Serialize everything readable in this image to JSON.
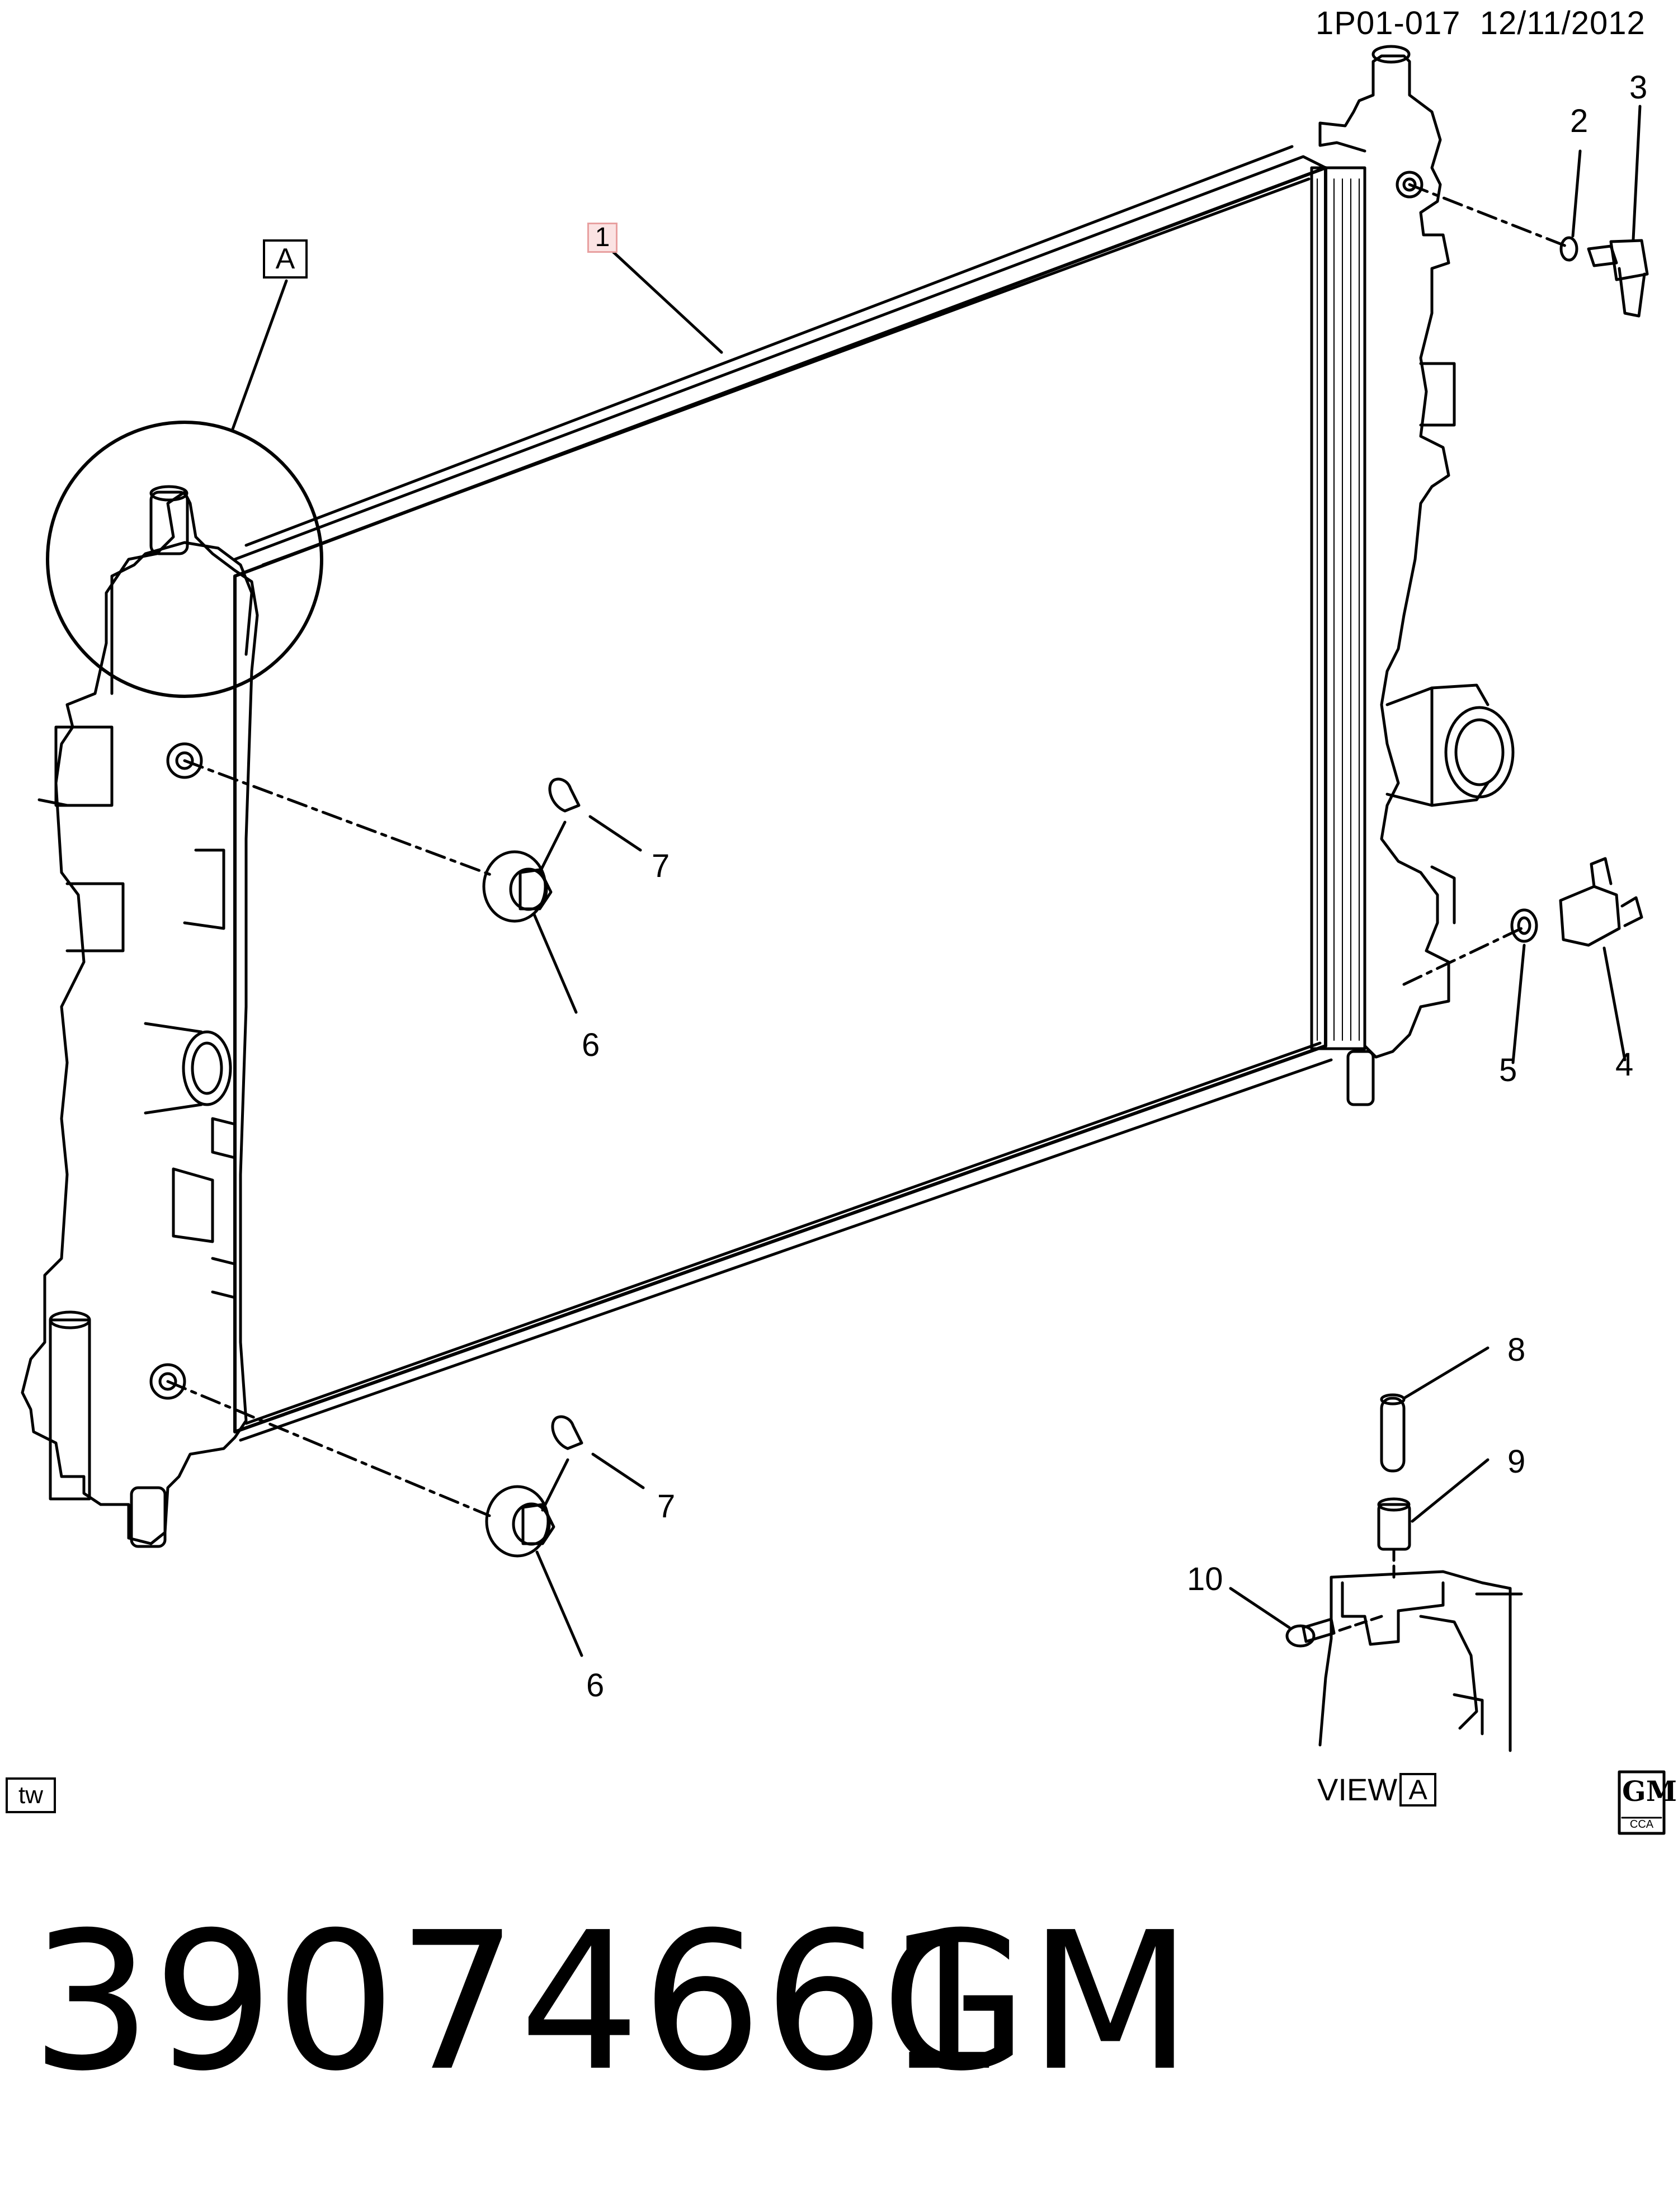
{
  "document": {
    "code": "1P01-017",
    "date": "12/11/2012"
  },
  "callouts": {
    "item_1": "1",
    "item_2": "2",
    "item_3": "3",
    "item_4": "4",
    "item_5": "5",
    "item_6_upper": "6",
    "item_6_lower": "6",
    "item_7_upper": "7",
    "item_7_lower": "7",
    "item_8": "8",
    "item_9": "9",
    "item_10": "10"
  },
  "detail": {
    "marker": "A",
    "view_label": "VIEW",
    "view_marker": "A"
  },
  "badges": {
    "tw": "tw",
    "gm_logo_text": "GM",
    "gm_logo_sub": "CCA"
  },
  "footer": {
    "part_number": "39074661",
    "brand": "GM"
  },
  "colors": {
    "line": "#000000",
    "background": "#ffffff",
    "callout_1_highlight": "#e8a0a0",
    "callout_1_fill": "#fbe3e3"
  }
}
